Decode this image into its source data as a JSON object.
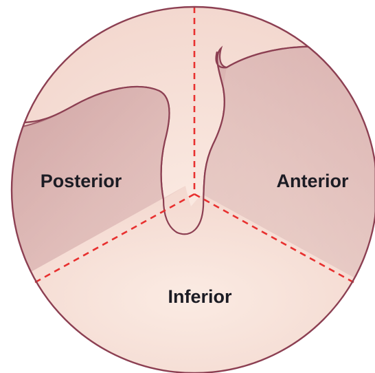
{
  "labels": {
    "posterior": "Posterior",
    "anterior": "Anterior",
    "inferior": "Inferior"
  },
  "colors": {
    "circle_fill": "#f8e3da",
    "circle_stroke": "#8c3f52",
    "shaded_fill": "#e7c4c0",
    "divider": "#e8302f",
    "label_text": "#1c1c24"
  }
}
